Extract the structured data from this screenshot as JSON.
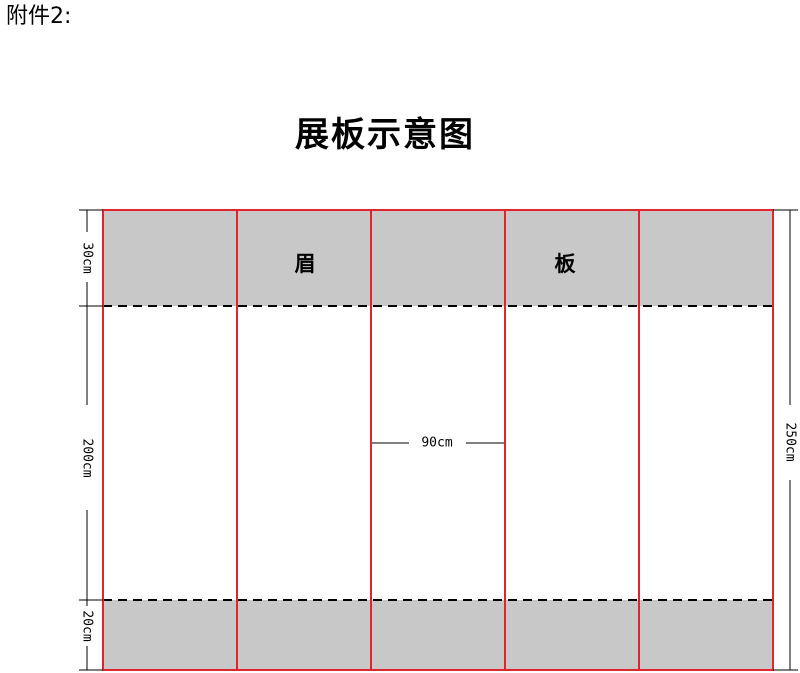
{
  "attachment_label": "附件2:",
  "title": "展板示意图",
  "header_text": [
    "眉",
    "板"
  ],
  "dimensions": {
    "top_band": "30cm",
    "middle": "200cm",
    "bottom_band": "20cm",
    "total_height": "250cm",
    "panel_width": "90cm"
  },
  "colors": {
    "panel_border": "#e0262c",
    "band_fill": "#c8c8c8",
    "dashed_line": "#000000"
  }
}
